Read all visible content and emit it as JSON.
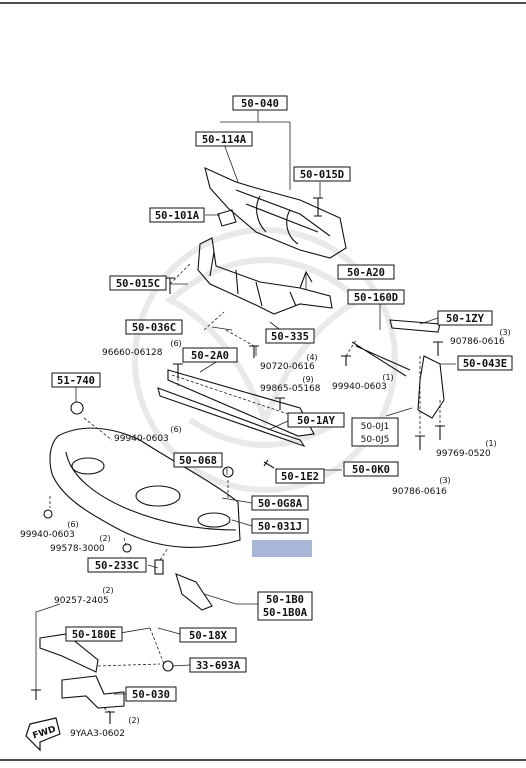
{
  "part_codes": {
    "c50_040": "50-040",
    "c50_114a": "50-114A",
    "c50_015d": "50-015D",
    "c50_101a": "50-101A",
    "c50_a20": "50-A20",
    "c50_015c": "50-015C",
    "c50_160d": "50-160D",
    "c50_1zy": "50-1ZY",
    "c50_036c": "50-036C",
    "c50_335": "50-335",
    "c50_2a0": "50-2A0",
    "c50_043e": "50-043E",
    "c51_740": "51-740",
    "c50_1ay": "50-1AY",
    "c50_0j1": "50-0J1",
    "c50_0j5": "50-0J5",
    "c50_068": "50-068",
    "c50_1e2": "50-1E2",
    "c50_0k0": "50-0K0",
    "c50_0g8a": "50-0G8A",
    "c50_031j": "50-031J",
    "c50_233c": "50-233C",
    "c50_1b0": "50-1B0",
    "c50_1b0a": "50-1B0A",
    "c50_180e": "50-180E",
    "c50_18x": "50-18X",
    "c33_693a": "33-693A",
    "c50_030": "50-030"
  },
  "part_numbers": {
    "p96660": "96660-06128",
    "p90720": "90720-0616",
    "p99865": "99865-05168",
    "p90786a": "90786-0616",
    "p99940a": "99940-0603",
    "p99940b": "99940-0603",
    "p99769": "99769-0520",
    "p90786b": "90786-0616",
    "p99940c": "99940-0603",
    "p99578": "99578-3000",
    "p90257": "90257-2405",
    "p9yaa3": "9YAA3-0602"
  },
  "quantities": {
    "q96660": "(6)",
    "q90720": "(4)",
    "q99865": "(9)",
    "q99940a": "(1)",
    "q90786a": "(3)",
    "q99940b": "(6)",
    "q99769": "(1)",
    "q90786b": "(3)",
    "q99940c": "(6)",
    "q99578": "(2)",
    "q90257": "(2)",
    "q9yaa3": "(2)"
  },
  "fwd_label": "FWD",
  "colors": {
    "ink": "#111111",
    "highlight": "#a9b6d8",
    "background": "#ffffff"
  }
}
